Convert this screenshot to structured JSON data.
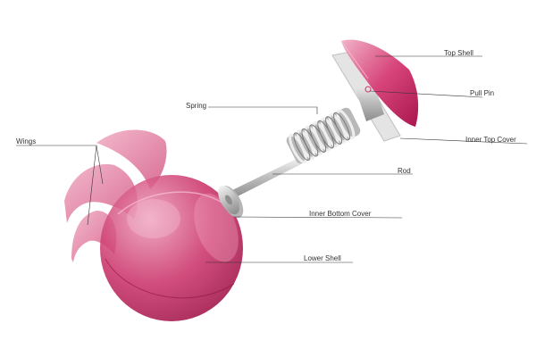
{
  "labels": {
    "top_shell": "Top Shell",
    "pull_pin": "Pull Pin",
    "spring": "Spring",
    "inner_top_cover": "Inner Top Cover",
    "wings": "Wings",
    "rod": "Rod",
    "inner_bottom_cover": "Inner Bottom Cover",
    "lower_shell": "Lower Shell"
  },
  "colors": {
    "shell": "#c2185b",
    "shell_light": "#e58aaa",
    "metal": "#c8c8c8",
    "leader_line": "#333333"
  }
}
